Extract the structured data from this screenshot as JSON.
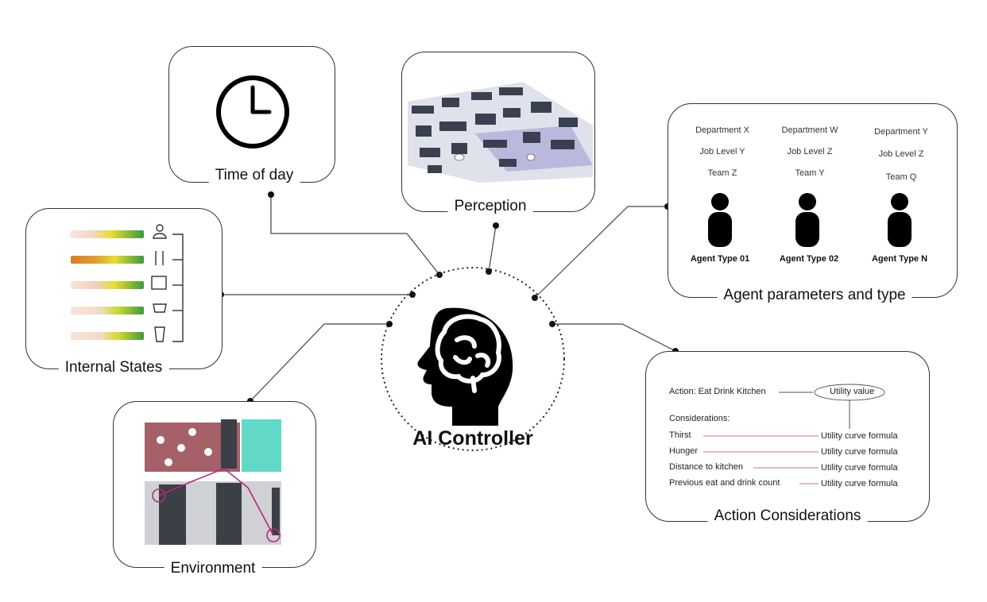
{
  "center": {
    "title": "AI Controller"
  },
  "time_of_day": {
    "title": "Time of day"
  },
  "perception": {
    "title": "Perception"
  },
  "internal_states": {
    "title": "Internal States"
  },
  "environment": {
    "title": "Environment"
  },
  "agents": {
    "title": "Agent parameters and type",
    "columns": [
      {
        "department": "Department X",
        "job_level": "Job Level Y",
        "team": "Team Z",
        "type": "Agent Type 01"
      },
      {
        "department": "Department W",
        "job_level": "Job Level Z",
        "team": "Team Y",
        "type": "Agent Type 02"
      },
      {
        "department": "Department Y",
        "job_level": "Job Level Z",
        "team": "Team Q",
        "type": "Agent Type N"
      }
    ]
  },
  "action": {
    "title": "Action Considerations",
    "action_label": "Action: Eat Drink Kitchen",
    "utility_value": "Utility value",
    "considerations_label": "Considerations:",
    "rows": [
      {
        "name": "Thirst",
        "formula": "Utility curve formula"
      },
      {
        "name": "Hunger",
        "formula": "Utility curve formula"
      },
      {
        "name": "Distance to kitchen",
        "formula": "Utility curve formula"
      },
      {
        "name": "Previous eat and drink count",
        "formula": "Utility curve formula"
      }
    ]
  }
}
